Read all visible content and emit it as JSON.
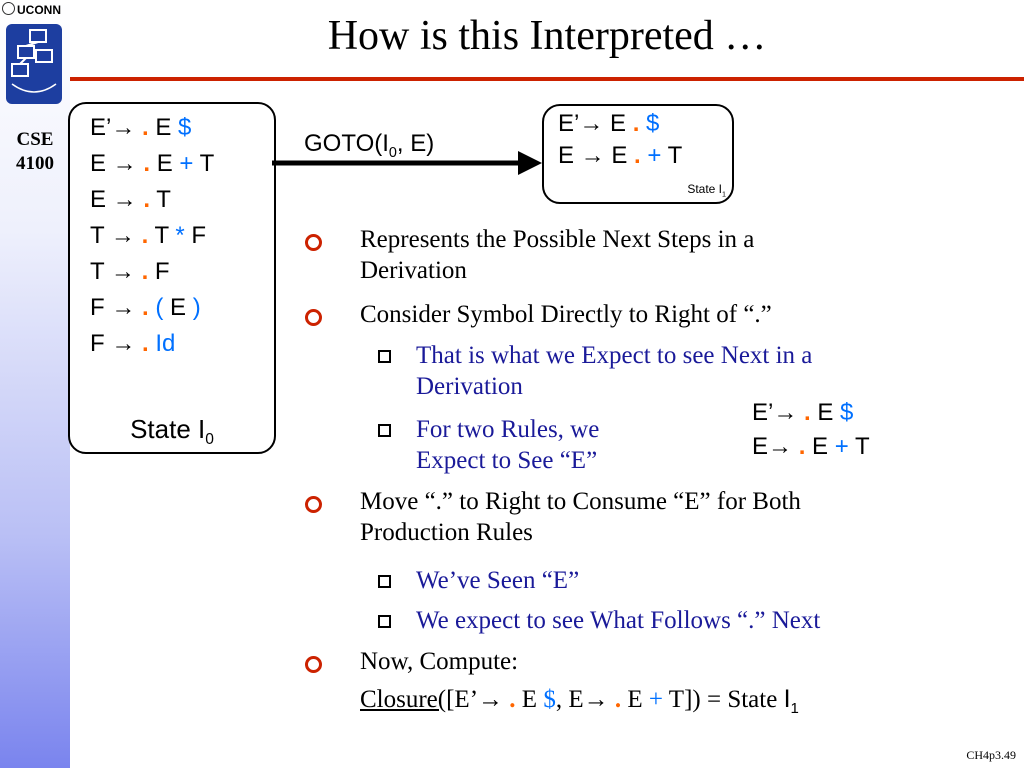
{
  "header": {
    "uconn": "UCONN",
    "course": "CSE 4100",
    "title": "How is this Interpreted …"
  },
  "colors": {
    "accent_rule": "#cc2200",
    "dot": "#ff6600",
    "symbol": "#0070ff",
    "sidebar": "#7a84ee"
  },
  "state0": {
    "label": "State I",
    "label_sub": "0",
    "productions": [
      {
        "lhs": "E’→",
        "dot": ".",
        "rest": [
          {
            "t": "E"
          },
          {
            "t": "$",
            "c": "blue"
          }
        ]
      },
      {
        "lhs": "E →",
        "dot": ".",
        "rest": [
          {
            "t": "E"
          },
          {
            "t": "+",
            "c": "blue"
          },
          {
            "t": "T"
          }
        ]
      },
      {
        "lhs": "E →",
        "dot": ".",
        "rest": [
          {
            "t": "T"
          }
        ]
      },
      {
        "lhs": "T →",
        "dot": ".",
        "rest": [
          {
            "t": "T"
          },
          {
            "t": "*",
            "c": "blue"
          },
          {
            "t": "F"
          }
        ]
      },
      {
        "lhs": "T →",
        "dot": ".",
        "rest": [
          {
            "t": "F"
          }
        ]
      },
      {
        "lhs": "F →",
        "dot": ".",
        "rest": [
          {
            "t": "(",
            "c": "blue"
          },
          {
            "t": "E"
          },
          {
            "t": ")",
            "c": "blue"
          }
        ]
      },
      {
        "lhs": "F →",
        "dot": ".",
        "rest": [
          {
            "t": "Id",
            "c": "blue"
          }
        ]
      }
    ]
  },
  "goto": {
    "label": "GOTO(I",
    "sub": "0",
    "tail": ", E)"
  },
  "state1": {
    "label": "State I",
    "label_sub": "1",
    "productions": [
      {
        "lhs": "E’→ E",
        "dot": ".",
        "rest": [
          {
            "t": "$",
            "c": "blue"
          }
        ]
      },
      {
        "lhs": "E → E",
        "dot": ".",
        "rest": [
          {
            "t": "+",
            "c": "blue"
          },
          {
            "t": "T"
          }
        ]
      }
    ]
  },
  "bullets": [
    {
      "level": 1,
      "lines": [
        "Represents the Possible Next Steps in a",
        "Derivation"
      ]
    },
    {
      "level": 1,
      "lines": [
        "Consider Symbol Directly to Right of “.”"
      ]
    },
    {
      "level": 2,
      "lines": [
        "That is what we Expect to see Next in a",
        "Derivation"
      ]
    },
    {
      "level": 2,
      "lines": [
        "For two Rules, we",
        "Expect to See “E”"
      ]
    },
    {
      "level": 1,
      "lines": [
        "Move “.” to Right to Consume “E” for Both",
        "Production Rules"
      ]
    },
    {
      "level": 2,
      "lines": [
        "We’ve Seen “E”"
      ]
    },
    {
      "level": 2,
      "lines": [
        "We expect to see What Follows “.” Next"
      ]
    },
    {
      "level": 1,
      "lines": [
        "Now, Compute:"
      ]
    }
  ],
  "closure": {
    "prefix": "Closure([",
    "e1_lhs": "E’→",
    "dot": ".",
    "e1_sym": "E",
    "dollar": "$",
    "e2_lhs": ", E→",
    "e2_sym": "E",
    "plus": "+",
    "tail": "T]) = State",
    "state": "I",
    "state_sub": "1"
  },
  "side_equations": [
    {
      "lhs": "E’→",
      "dot": ".",
      "rest": [
        {
          "t": "E"
        },
        {
          "t": "$",
          "c": "blue"
        }
      ]
    },
    {
      "lhs": "E→",
      "dot": ".",
      "rest": [
        {
          "t": "E"
        },
        {
          "t": "+",
          "c": "blue"
        },
        {
          "t": "T"
        }
      ]
    }
  ],
  "footer": "CH4p3.49"
}
